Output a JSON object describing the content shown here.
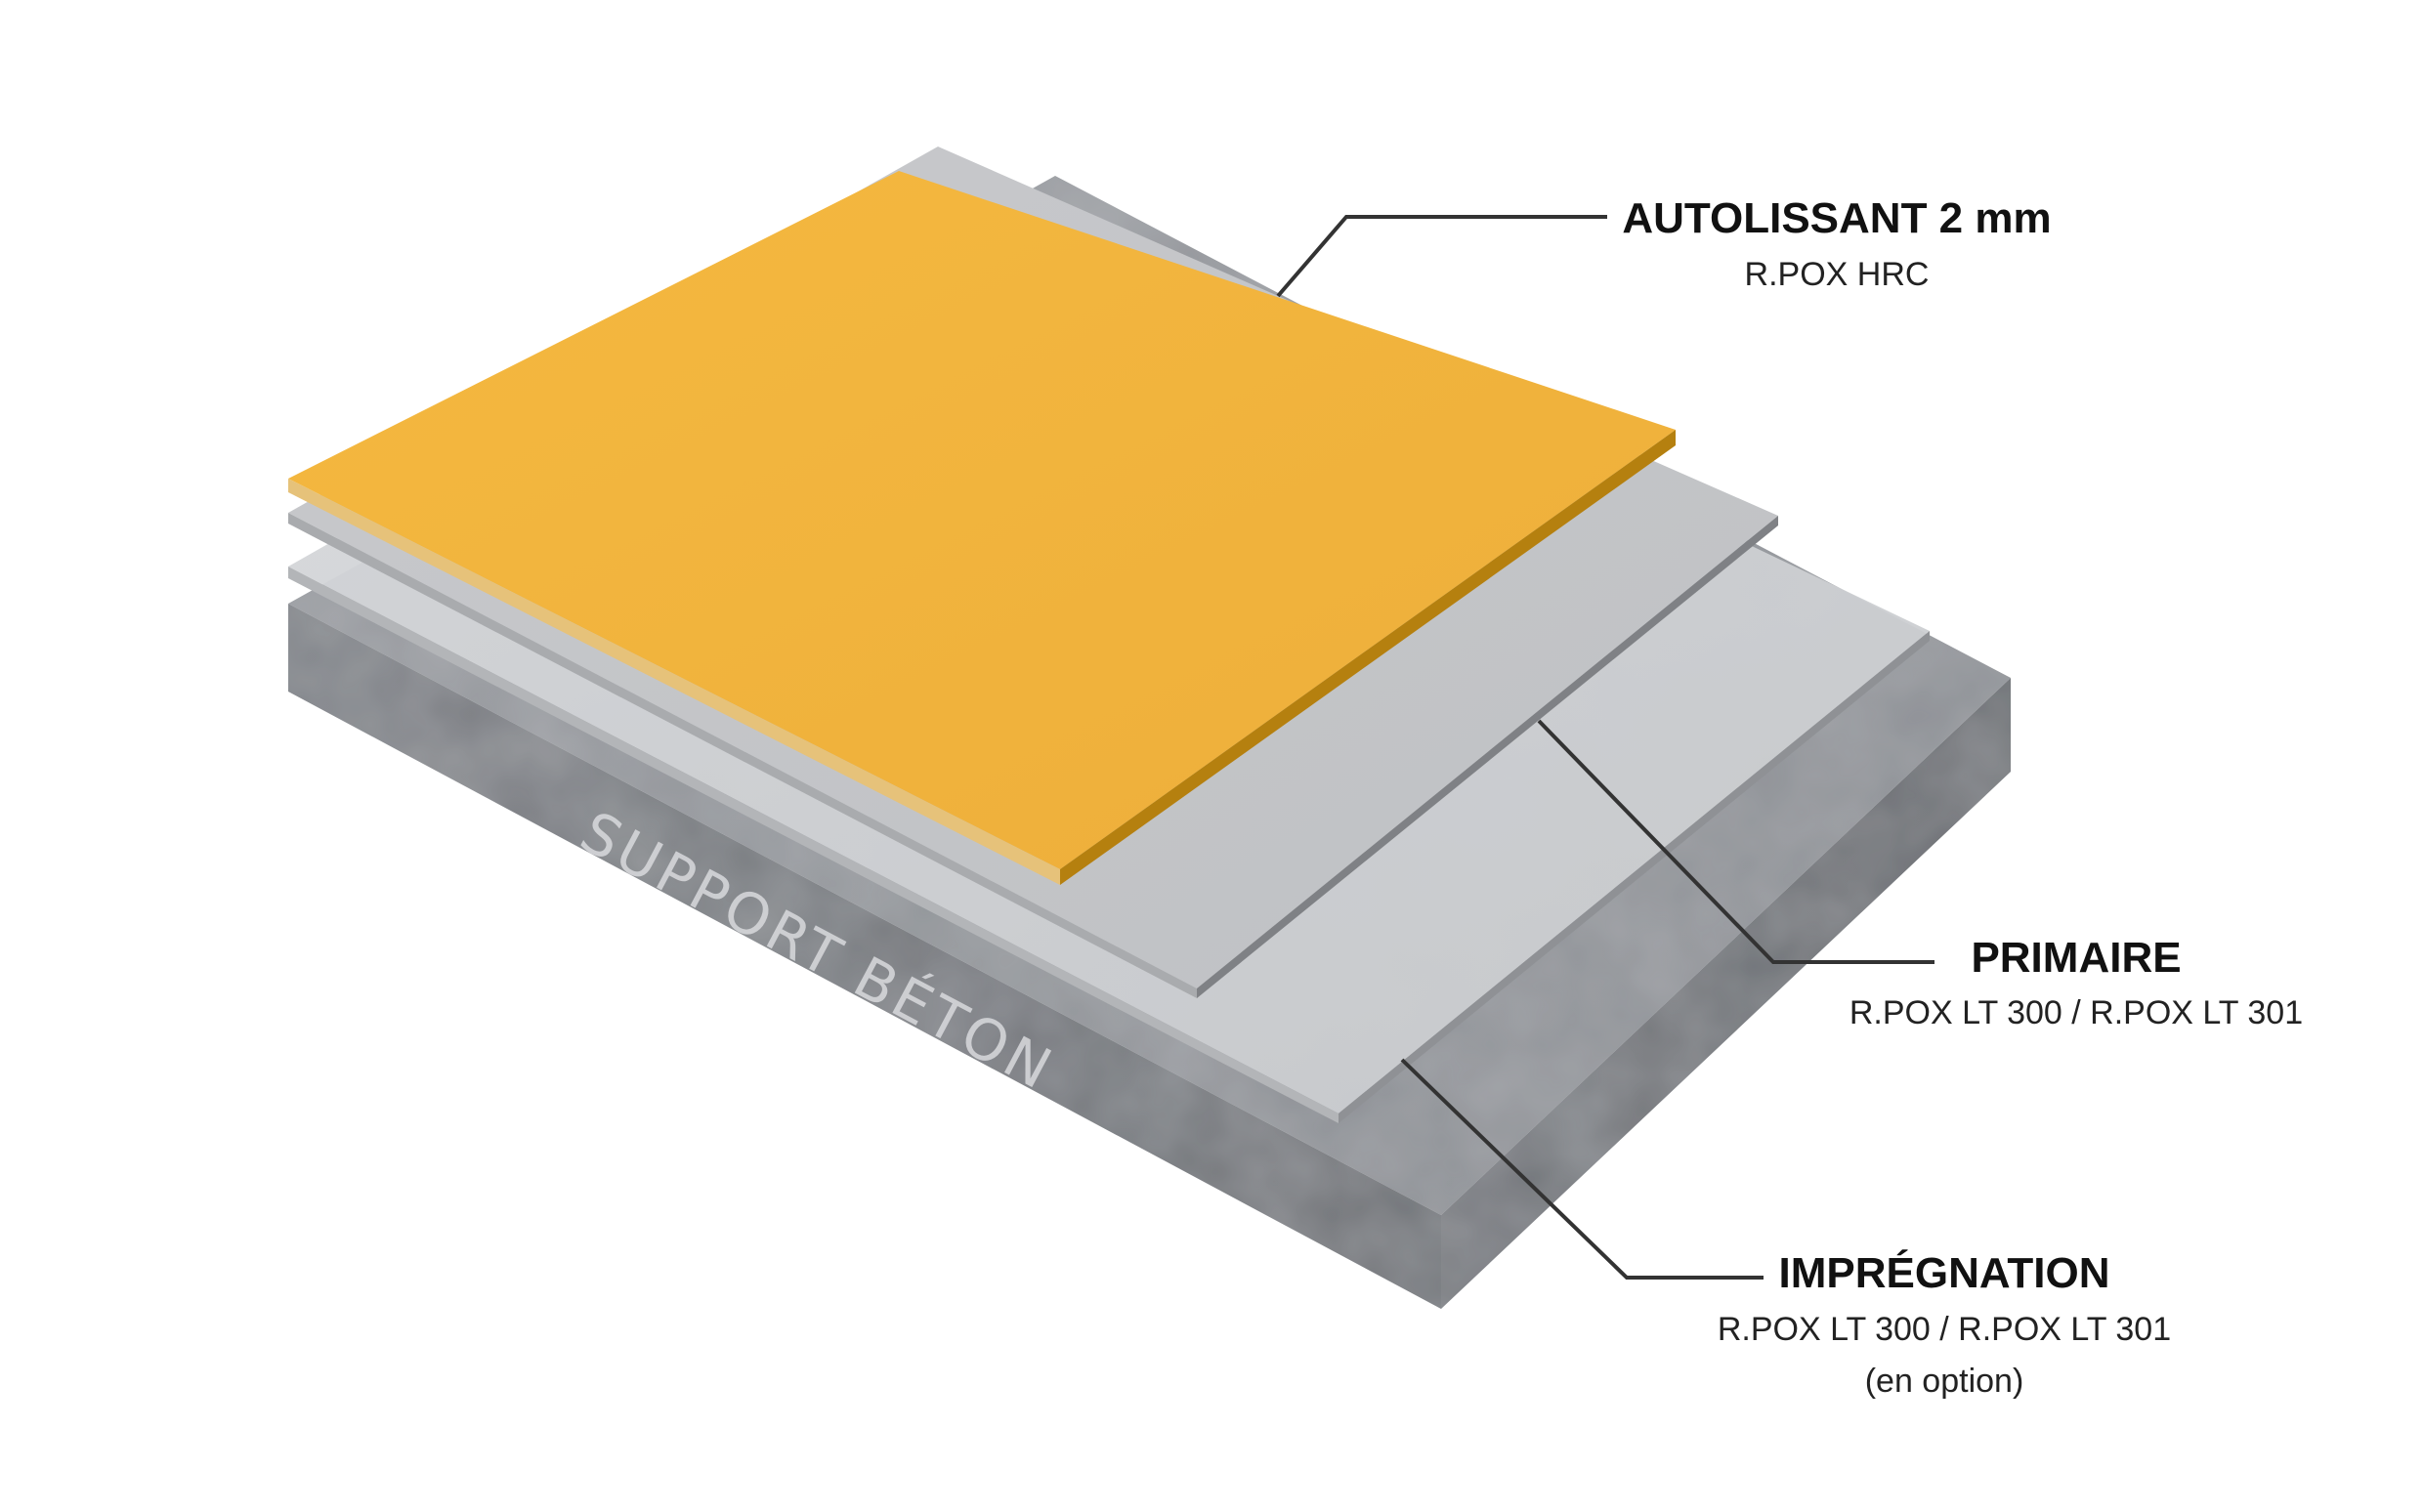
{
  "layers": [
    {
      "id": "autolissant",
      "title": "AUTOLISSANT 2 mm",
      "subtitle": "R.POX HRC",
      "color": "#F2B33C"
    },
    {
      "id": "primaire",
      "title": "PRIMAIRE",
      "subtitle": "R.POX LT 300 / R.POX LT 301",
      "color": "#C9CACD"
    },
    {
      "id": "impregnation",
      "title": "IMPRÉGNATION",
      "subtitle": "R.POX LT 300 / R.POX LT 301",
      "note": "(en option)",
      "color": "#D5D7DA"
    }
  ],
  "support": {
    "label": "SUPPORT BÉTON",
    "color": "#8A8D92"
  },
  "colors": {
    "leader_line": "#333333",
    "background": "#FFFFFF"
  }
}
